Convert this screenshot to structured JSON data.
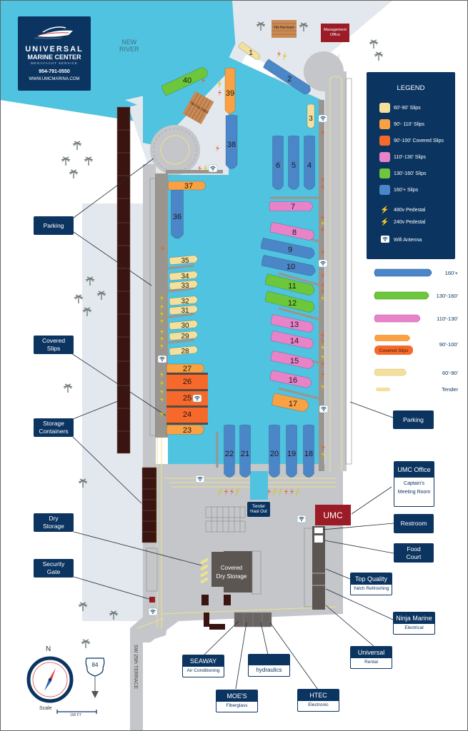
{
  "brand": {
    "line1": "UNIVERSAL",
    "line2": "MARINE CENTER",
    "line3": "MEGAYACHT SERVICE",
    "phone": "954-791-0550",
    "website": "WWW.UMCMARINA.COM"
  },
  "water_label": {
    "line1": "NEW",
    "line2": "RIVER"
  },
  "buildings": {
    "tiki_east": "Tiki Hut East",
    "tiki_west": "Tiki Hut West",
    "management": "Management Office",
    "umc": "UMC",
    "covered_dry_storage_1": "Covered",
    "covered_dry_storage_2": "Dry Storage",
    "tender_haul_out_1": "Tender",
    "tender_haul_out_2": "Haul Out"
  },
  "colors": {
    "navy": "#0b3460",
    "water": "#4fc3df",
    "land": "#e3e8ee",
    "road": "#c4c6c9",
    "dock": "#9a958f",
    "red_brand": "#9b1b26",
    "slip_60_90": "#f4e09c",
    "slip_90_110": "#f9a143",
    "slip_covered": "#f7692b",
    "slip_110_130": "#e883c9",
    "slip_130_160": "#6cc73a",
    "slip_160_plus": "#4b86c8",
    "pedestal_480": "#f0562a",
    "pedestal_240": "#f2e21e"
  },
  "legend": {
    "title": "LEGEND",
    "items": [
      {
        "label": "60'-90' Slips",
        "color": "#f4e09c"
      },
      {
        "label": "90'- 110' Slips",
        "color": "#f9a143"
      },
      {
        "label": "90'-100' Covered Slips",
        "color": "#f7692b"
      },
      {
        "label": "110'-130' Slips",
        "color": "#e883c9"
      },
      {
        "label": "130'-160' Slips",
        "color": "#6cc73a"
      },
      {
        "label": "160'+ Slips",
        "color": "#4b86c8"
      }
    ],
    "pedestal_480": "480v Pedestal",
    "pedestal_240": "240v Pedestal",
    "wifi": "Wifi Antenna"
  },
  "boat_legend": {
    "items": [
      {
        "label": "160'+",
        "color": "#4b86c8"
      },
      {
        "label": "130'-160'",
        "color": "#6cc73a"
      },
      {
        "label": "110'-130'",
        "color": "#e883c9"
      },
      {
        "label": "90'-100'",
        "color": "#f9a143"
      },
      {
        "label": "60'-90'",
        "color": "#f4e09c"
      },
      {
        "label": "Tender",
        "color": "#f4e09c"
      }
    ],
    "covered_label": "Covered Slips"
  },
  "slips": [
    {
      "n": "1",
      "cls": "60-90"
    },
    {
      "n": "2",
      "cls": "160+"
    },
    {
      "n": "3",
      "cls": "60-90"
    },
    {
      "n": "4",
      "cls": "160+"
    },
    {
      "n": "5",
      "cls": "160+"
    },
    {
      "n": "6",
      "cls": "160+"
    },
    {
      "n": "7",
      "cls": "110-130"
    },
    {
      "n": "8",
      "cls": "110-130"
    },
    {
      "n": "9",
      "cls": "160+"
    },
    {
      "n": "10",
      "cls": "160+"
    },
    {
      "n": "11",
      "cls": "130-160"
    },
    {
      "n": "12",
      "cls": "130-160"
    },
    {
      "n": "13",
      "cls": "110-130"
    },
    {
      "n": "14",
      "cls": "110-130"
    },
    {
      "n": "15",
      "cls": "110-130"
    },
    {
      "n": "16",
      "cls": "110-130"
    },
    {
      "n": "17",
      "cls": "90-110"
    },
    {
      "n": "18",
      "cls": "160+"
    },
    {
      "n": "19",
      "cls": "160+"
    },
    {
      "n": "20",
      "cls": "160+"
    },
    {
      "n": "21",
      "cls": "160+"
    },
    {
      "n": "22",
      "cls": "160+"
    },
    {
      "n": "23",
      "cls": "90-110"
    },
    {
      "n": "24",
      "cls": "covered"
    },
    {
      "n": "25",
      "cls": "covered"
    },
    {
      "n": "26",
      "cls": "covered"
    },
    {
      "n": "27",
      "cls": "90-110"
    },
    {
      "n": "28",
      "cls": "60-90"
    },
    {
      "n": "29",
      "cls": "60-90"
    },
    {
      "n": "30",
      "cls": "60-90"
    },
    {
      "n": "31",
      "cls": "60-90"
    },
    {
      "n": "32",
      "cls": "60-90"
    },
    {
      "n": "33",
      "cls": "60-90"
    },
    {
      "n": "34",
      "cls": "60-90"
    },
    {
      "n": "35",
      "cls": "60-90"
    },
    {
      "n": "36",
      "cls": "160+"
    },
    {
      "n": "37",
      "cls": "90-110"
    },
    {
      "n": "38",
      "cls": "160+"
    },
    {
      "n": "39",
      "cls": "90-110"
    },
    {
      "n": "40",
      "cls": "130-160"
    }
  ],
  "callouts_left": {
    "parking": "Parking",
    "covered_slips": "Covered Slips",
    "storage_containers": "Storage Containers",
    "dry_storage": "Dry Storage",
    "security_gate": "Security Gate"
  },
  "callouts_right": {
    "parking": "Parking",
    "umc_office": "UMC Office",
    "umc_office_sub": "Captain's Meeting Room",
    "restroom": "Restroom",
    "food_court": "Food Court",
    "top_quality": "Top Quality",
    "top_quality_sub": "Yatch Refinishing",
    "ninja_marine": "Ninja Marine",
    "ninja_marine_sub": "Electrical",
    "universal": "Universal",
    "universal_sub": "Rental"
  },
  "callouts_bottom": {
    "seaway": "SEAWAY",
    "seaway_sub": "Air Conditioning",
    "hydraulics_head": "",
    "hydraulics_sub": "hydraulics",
    "moes": "MOE'S",
    "moes_sub": "Fiberglass",
    "htec": "HTEC",
    "htec_sub": "Electronic"
  },
  "compass": {
    "north": "N"
  },
  "route_sign": "84",
  "street": "SW 25th TERRACE",
  "scale": {
    "label": "Scale",
    "distance": "100 FT"
  }
}
